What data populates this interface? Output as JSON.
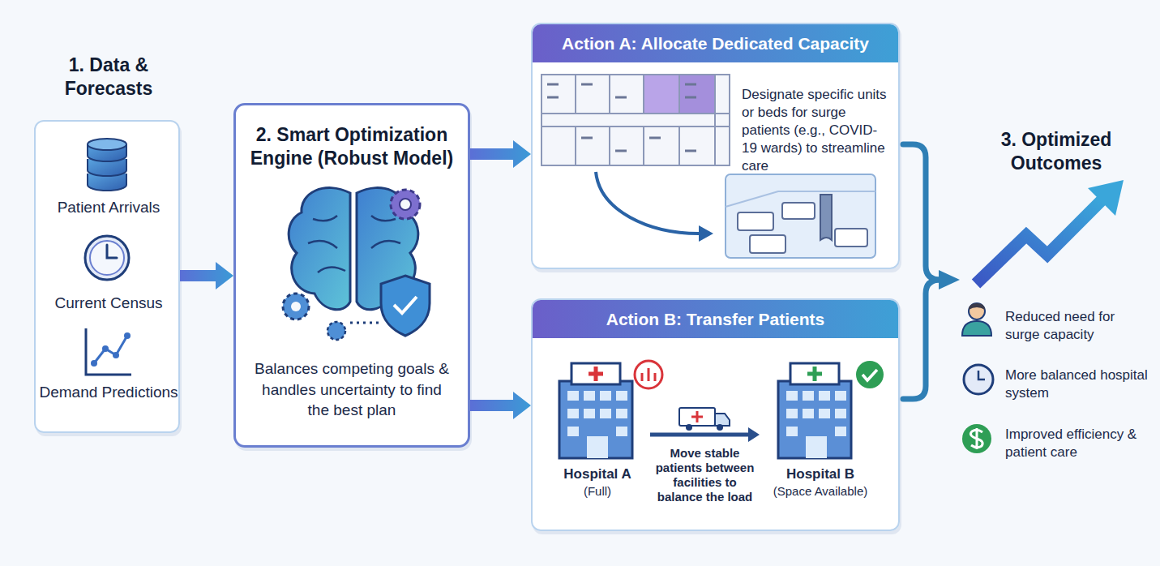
{
  "diagram": {
    "nodes": [
      {
        "text": [
          "1. Data & Forecasts",
          "Patient Arrivals",
          "Current Census",
          "Demand Predictions"
        ]
      },
      {
        "text": [
          "2. Smart Optimization Engine (Robust Model)",
          "Balances competing goals & handles uncertainty to find the best plan"
        ]
      },
      {
        "text": [
          "Action A: Allocate Dedicated Capacity",
          "Designate specific units or beds for surge patients (e.g., COVID-19 wards) to streamline care"
        ]
      },
      {
        "text": [
          "Action B: Transfer Patients"
        ]
      },
      {
        "text": [
          "Hospital A",
          "(Full)"
        ],
        "in": 3
      },
      {
        "text": [
          "Hospital B",
          "(Space Available)"
        ],
        "in": 3
      }
    ],
    "edges": [
      {
        "from": 0,
        "to": 1,
        "arrow": "to"
      },
      {
        "from": 1,
        "to": 2,
        "arrow": "to"
      },
      {
        "from": 1,
        "to": 3,
        "arrow": "to"
      },
      {
        "from": 4,
        "to": 5,
        "label": "Move stable patients between facilities to balance the load",
        "arrow": "to"
      }
    ],
    "labels": [
      "3. Optimized Outcomes",
      "Reduced need for surge capacity",
      "More balanced hospital system",
      "Improved efficiency & patient care"
    ]
  }
}
